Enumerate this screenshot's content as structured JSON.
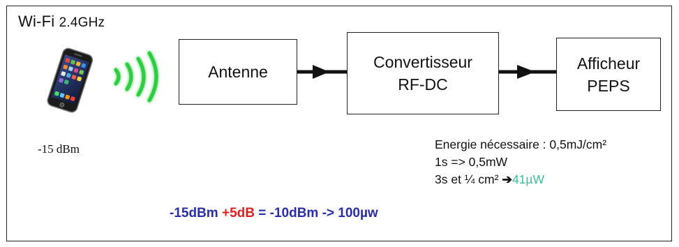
{
  "title": {
    "main": "Wi-Fi ",
    "freq": "2.4GHz"
  },
  "blocks": {
    "antenna": "Antenne",
    "converter": {
      "line1": "Convertisseur",
      "line2": "RF-DC"
    },
    "display": {
      "line1": "Afficheur",
      "line2": "PEPS"
    }
  },
  "phone_power": "-15  dBm",
  "energy": {
    "line1": "Energie nécessaire : 0,5mJ/cm²",
    "line2": "1s => 0,5mW",
    "line3_prefix": "3s et ¼ cm² ",
    "line3_arrow": "➔",
    "line3_value": "41µW"
  },
  "formula": {
    "part1": "-15dBm ",
    "part2": "+5dB",
    "part3": " = -10dBm  -> 100µw"
  },
  "colors": {
    "formula_blue": "#2a2ea8",
    "formula_red": "#e22222",
    "value_green": "#3dbf95",
    "wifi_wave_green": "#2ecc40"
  },
  "icons": [
    "smartphone-icon",
    "wifi-signal-waves-icon"
  ]
}
